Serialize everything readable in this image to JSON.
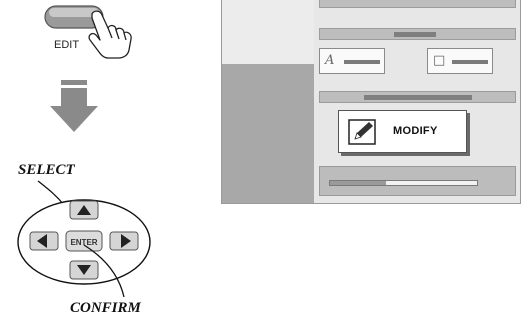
{
  "left_panel": {
    "edit_label": "EDIT",
    "select_label": "SELECT",
    "confirm_label": "CONFIRM",
    "enter_label": "ENTER",
    "icons": [
      "hand-pointer-icon",
      "arrow-down-icon",
      "arrow-up-icon",
      "arrow-left-icon",
      "arrow-right-icon"
    ]
  },
  "screen": {
    "modify_label": "MODIFY",
    "modify_icon": "pencil-icon",
    "tool_icons": [
      "text-style-icon",
      "frame-style-icon"
    ],
    "progress_fraction": 0.38
  },
  "colors": {
    "panel_dark": "#a8a8a8",
    "panel_light": "#e7e7e7",
    "bar": "#bdbdbd",
    "arrow": "#7a7a7a"
  }
}
